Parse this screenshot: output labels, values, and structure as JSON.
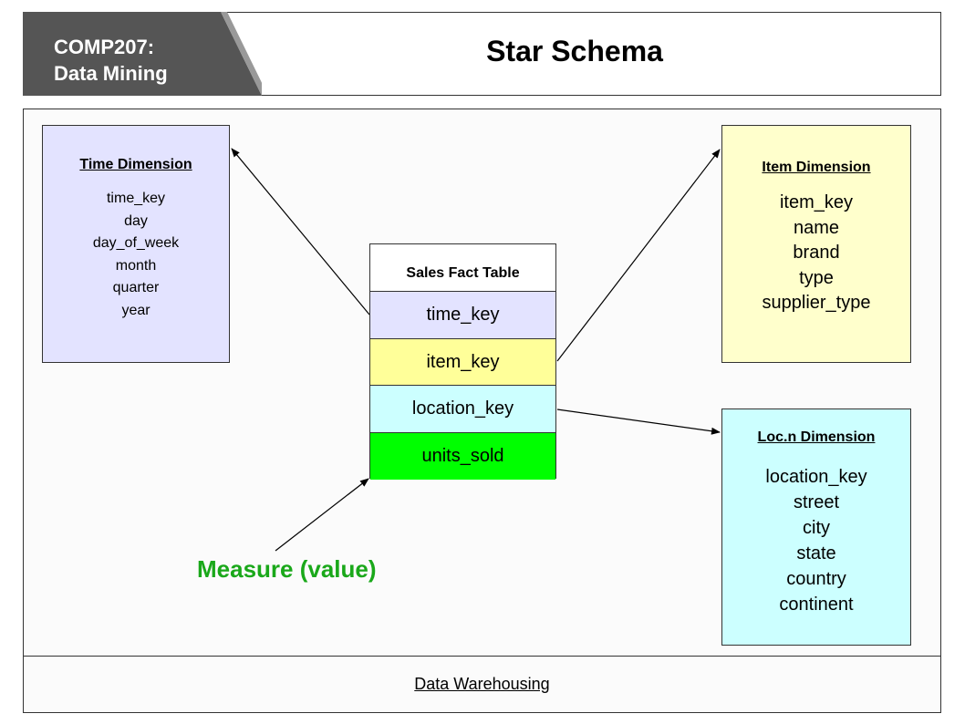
{
  "header": {
    "course_line1": "COMP207:",
    "course_line2": "Data Mining",
    "title": "Star Schema",
    "badge_color": "#555555"
  },
  "fact_table": {
    "title": "Sales Fact Table",
    "rows": [
      {
        "label": "time_key",
        "color": "#e3e3ff"
      },
      {
        "label": "item_key",
        "color": "#ffff99"
      },
      {
        "label": "location_key",
        "color": "#ccffff"
      },
      {
        "label": "units_sold",
        "color": "#00ff00"
      }
    ]
  },
  "time_dimension": {
    "title": "Time Dimension",
    "attributes": [
      "time_key",
      "day",
      "day_of_week",
      "month",
      "quarter",
      "year"
    ]
  },
  "item_dimension": {
    "title": "Item Dimension",
    "attributes": [
      "item_key",
      "name",
      "brand",
      "type",
      "supplier_type"
    ]
  },
  "location_dimension": {
    "title": "Loc.n Dimension",
    "attributes": [
      "location_key",
      "street",
      "city",
      "state",
      "country",
      "continent"
    ]
  },
  "measure_label": "Measure (value)",
  "footer": "Data Warehousing"
}
